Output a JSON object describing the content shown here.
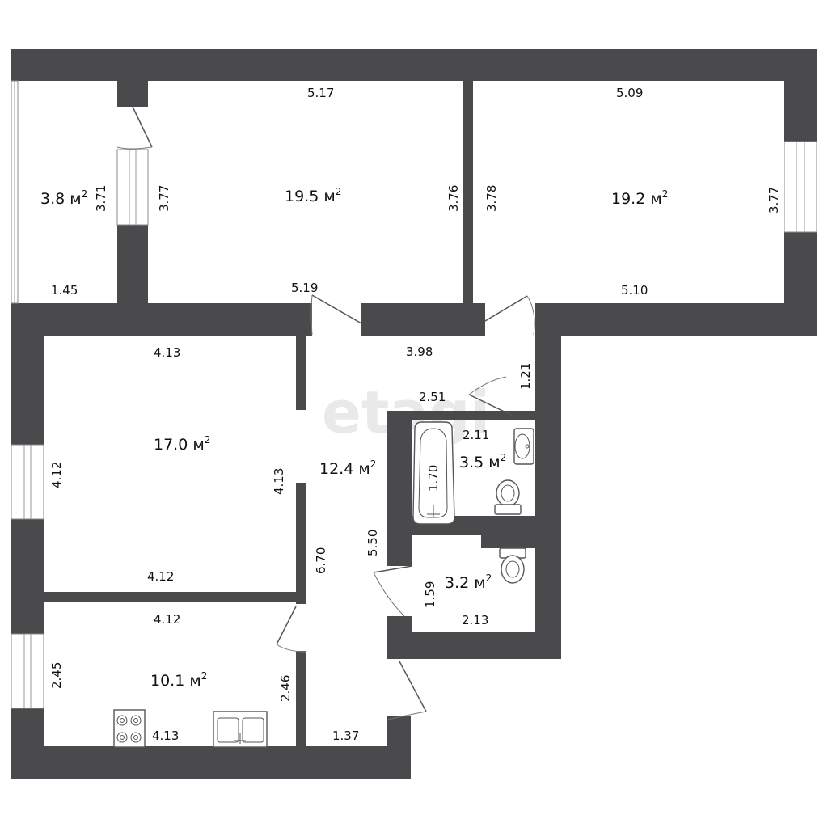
{
  "rooms": [
    {
      "area": "3.8 м",
      "dims": [
        "3.71",
        "1.45"
      ]
    },
    {
      "area": "19.5 м",
      "dims": [
        "5.17",
        "3.77",
        "3.76",
        "5.19"
      ]
    },
    {
      "area": "19.2 м",
      "dims": [
        "5.09",
        "3.78",
        "3.77",
        "5.10"
      ]
    },
    {
      "area": "17.0 м",
      "dims": [
        "4.13",
        "4.12",
        "4.13",
        "4.12"
      ]
    },
    {
      "area": "12.4 м",
      "dims": [
        "3.98",
        "1.21",
        "2.51",
        "6.70",
        "5.50",
        "1.37"
      ]
    },
    {
      "area": "10.1 м",
      "dims": [
        "4.12",
        "2.45",
        "2.46",
        "4.13"
      ]
    },
    {
      "area": "3.5 м",
      "dims": [
        "2.11",
        "1.70"
      ]
    },
    {
      "area": "3.2 м",
      "dims": [
        "1.59",
        "2.13"
      ]
    }
  ],
  "area_unit_power": "2",
  "watermark": "etagi",
  "colors": {
    "wall": "#4a4a4c",
    "background": "#ffffff"
  }
}
